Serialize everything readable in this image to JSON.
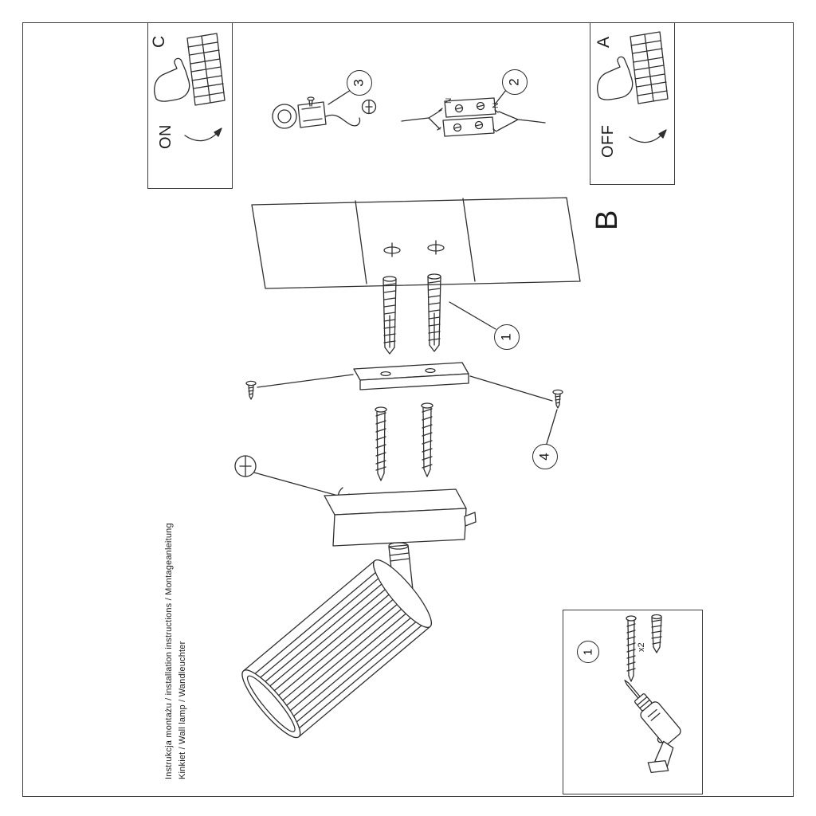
{
  "page": {
    "footer_line1": "Instrukcja montażu / installation instructions / Montageanleitung",
    "footer_line2": "Kinkiet / Wall lamp / Wandleuchter"
  },
  "panels": {
    "c": {
      "label": "C",
      "state": "ON"
    },
    "a": {
      "label": "A",
      "state": "OFF"
    },
    "b_label": "B"
  },
  "steps": {
    "step1_label": "1",
    "step2_label": "2",
    "step3_label": "3",
    "step4_label": "4"
  },
  "connector": {
    "n_left": "N",
    "n_right": "N"
  },
  "parts_box": {
    "step_label": "1",
    "quantity": "x2"
  },
  "colors": {
    "line": "#2f2f2f",
    "page_bg": "#ffffff"
  }
}
